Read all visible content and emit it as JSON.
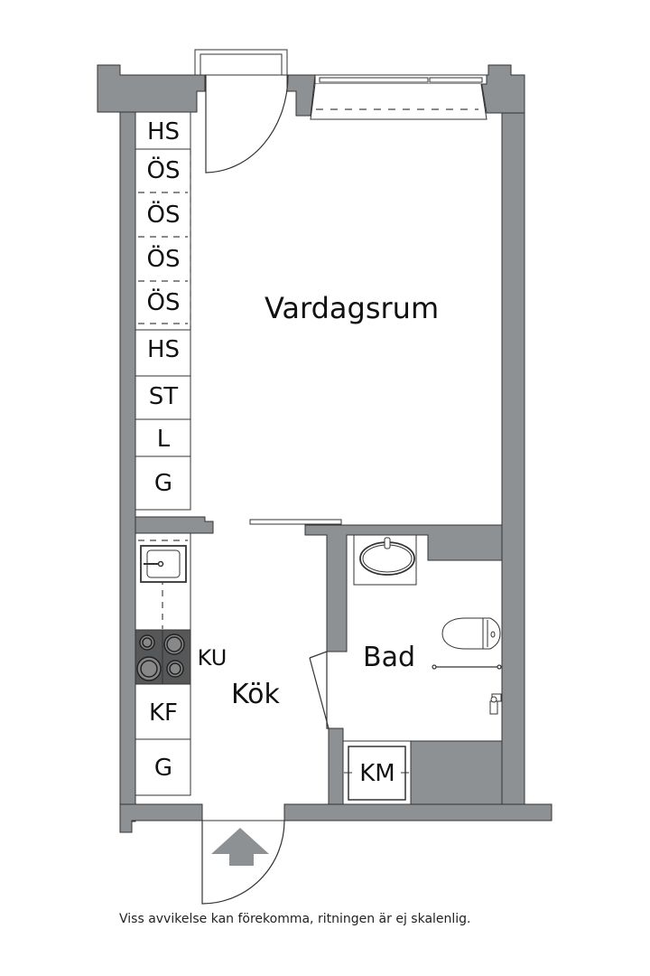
{
  "plan": {
    "wall_color": "#8e9193",
    "stove_color": "#555759",
    "rooms": {
      "living": "Vardagsrum",
      "kitchen": "Kök",
      "bath": "Bad"
    },
    "closets": [
      "HS",
      "ÖS",
      "ÖS",
      "ÖS",
      "ÖS",
      "HS",
      "ST",
      "L",
      "G"
    ],
    "kitchen_units": {
      "stove": "KU",
      "fridge": "KF",
      "cabinet": "G"
    },
    "washer": "KM"
  },
  "footer": {
    "disclaimer": "Viss avvikelse kan förekomma, ritningen är ej skalenlig."
  }
}
